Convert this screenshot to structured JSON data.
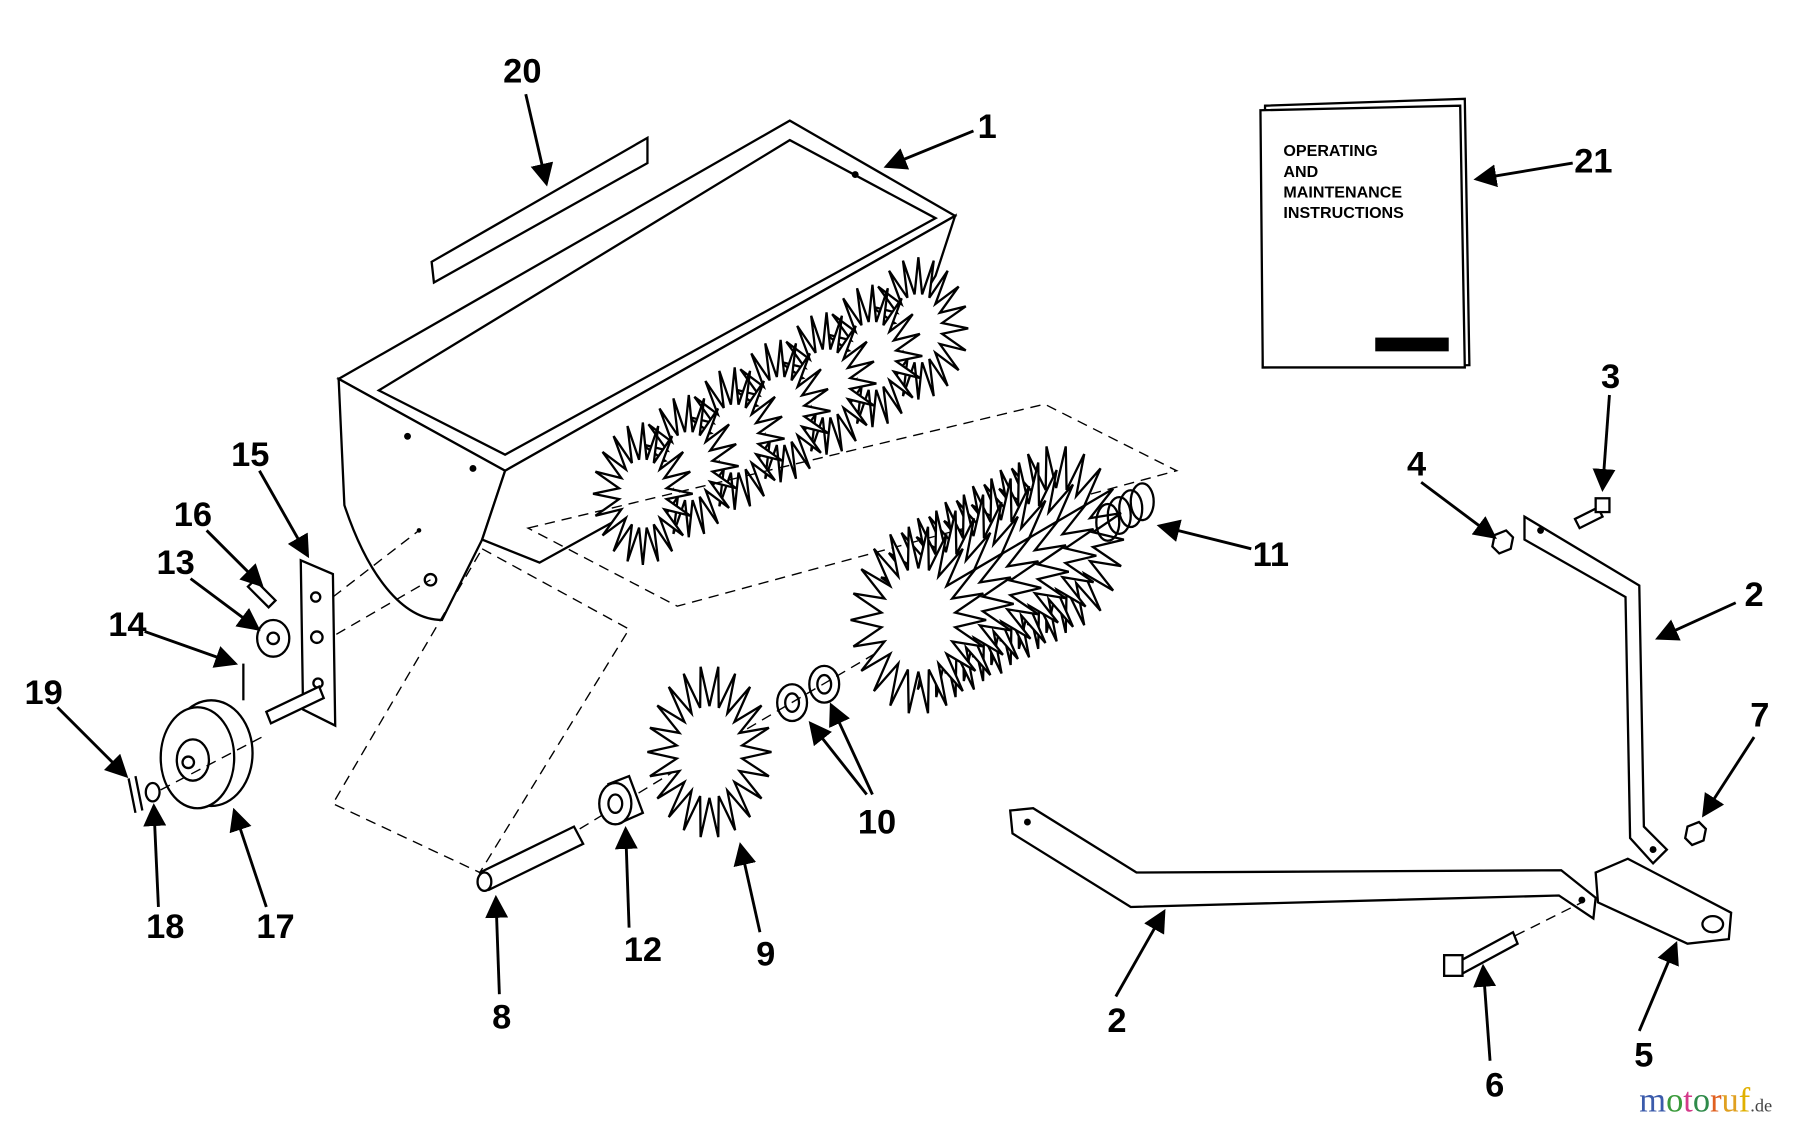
{
  "diagram": {
    "callouts": {
      "c1": "1",
      "c2a": "2",
      "c2b": "2",
      "c3": "3",
      "c4": "4",
      "c5": "5",
      "c6": "6",
      "c7": "7",
      "c8": "8",
      "c9": "9",
      "c10": "10",
      "c11": "11",
      "c12": "12",
      "c13": "13",
      "c14": "14",
      "c15": "15",
      "c16": "16",
      "c17": "17",
      "c18": "18",
      "c19": "19",
      "c20": "20",
      "c21": "21"
    },
    "manual": {
      "line1": "OPERATING",
      "line2": "AND",
      "line3": "MAINTENANCE",
      "line4": "INSTRUCTIONS"
    },
    "watermark": {
      "main": "motoruf",
      "suffix": ".de",
      "colors": [
        "#3b5bab",
        "#3a9a3a",
        "#d43a8a",
        "#2e8a4a",
        "#e06020",
        "#e0a020",
        "#e0b000"
      ]
    }
  }
}
